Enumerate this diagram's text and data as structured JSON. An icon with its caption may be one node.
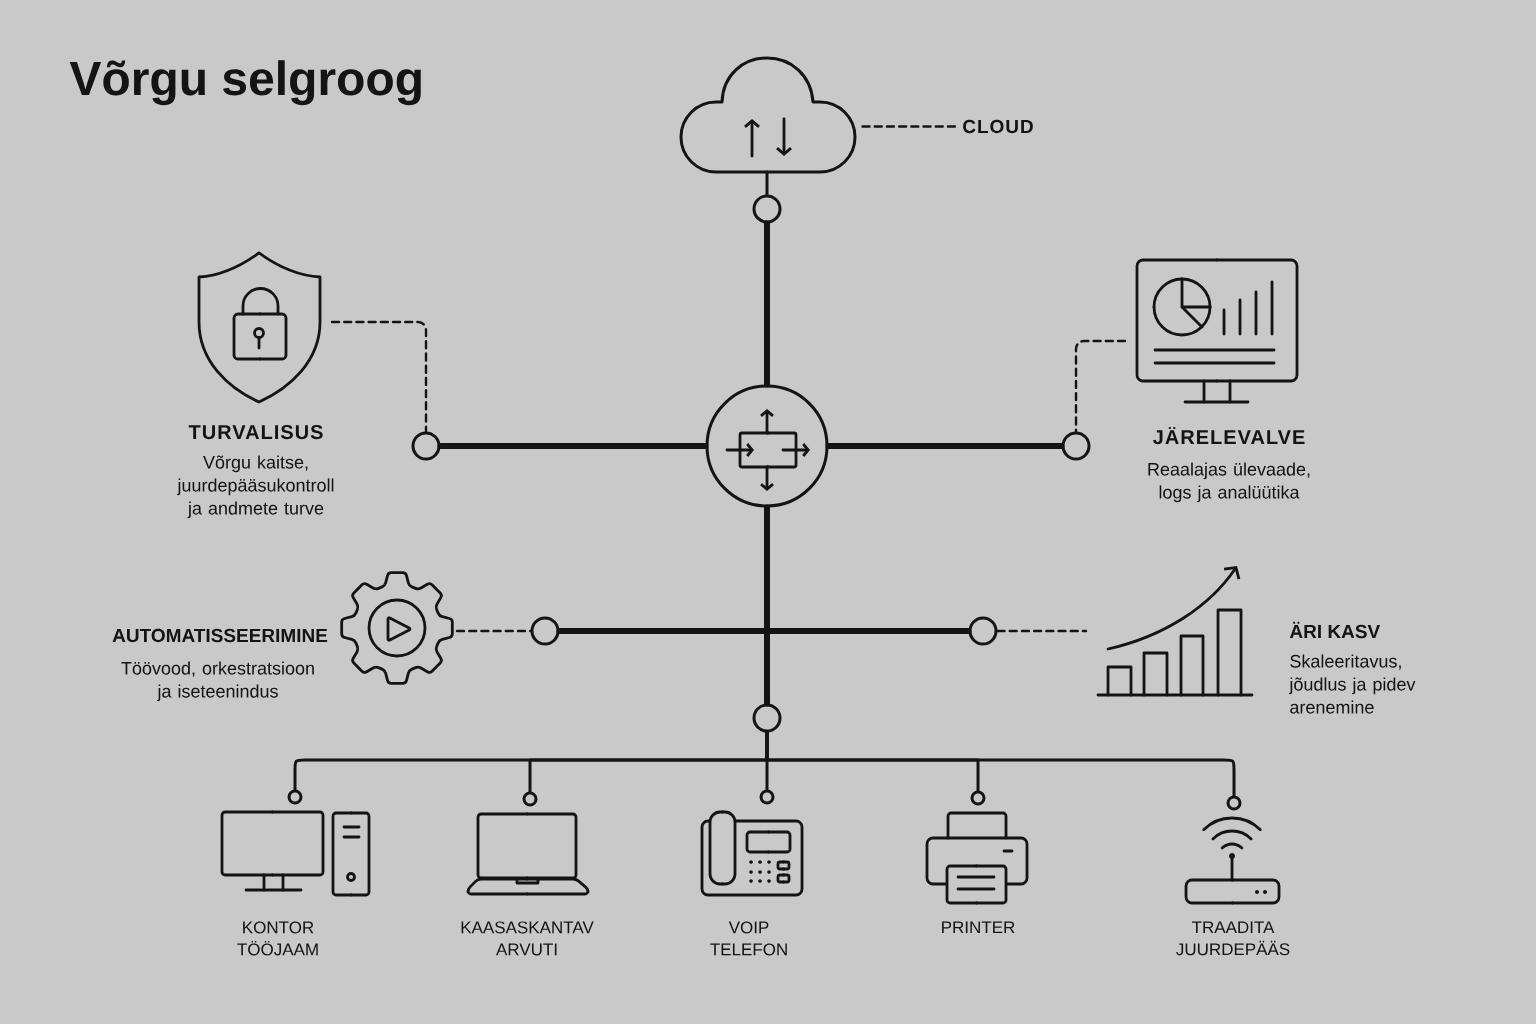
{
  "diagram": {
    "title": "Võrgu selgroog",
    "nodes": [
      {
        "text": [],
        "shape": "cloud"
      },
      {
        "text": [
          "CLOUD"
        ]
      },
      {
        "text": [],
        "shape": "circle"
      },
      {
        "text": [
          "TURVALISUS",
          "Võrgu kaitse, juurdepääsukontroll ja andmete turve"
        ]
      },
      {
        "text": [
          "JÄRELEVALVE",
          "Reaalajas ülevaade, logs ja analüütika"
        ]
      },
      {
        "text": [],
        "shape": "circle"
      },
      {
        "text": [],
        "shape": "circle"
      },
      {
        "text": [],
        "shape": "circle"
      },
      {
        "text": [
          "AUTOMATISSEERIMINE",
          "Töövood, orkestratsioon ja iseteenindus"
        ]
      },
      {
        "text": [],
        "shape": "circle"
      },
      {
        "text": [],
        "shape": "circle"
      },
      {
        "text": [
          "ÄRI KASV",
          "Skaleeritavus, jõudlus ja pidev arenemine"
        ]
      },
      {
        "text": [],
        "shape": "circle"
      },
      {
        "text": [
          "KONTOR TÖÖJAAM"
        ]
      },
      {
        "text": [
          "KAASASKANTAV ARVUTI"
        ]
      },
      {
        "text": [
          "VOIP TELEFON"
        ]
      },
      {
        "text": [
          "PRINTER"
        ]
      },
      {
        "text": [
          "TRAADITA JUURDEPÄÄS"
        ]
      }
    ],
    "edges": [
      {
        "from": 1,
        "to": 0,
        "arrow": "none",
        "style": "dashed"
      },
      {
        "from": 0,
        "to": 2,
        "arrow": "none"
      },
      {
        "from": 2,
        "to": 6,
        "arrow": "none",
        "style": "thick"
      },
      {
        "from": 3,
        "to": 5,
        "arrow": "none",
        "style": "dashed"
      },
      {
        "from": 5,
        "to": 6,
        "arrow": "none",
        "style": "thick"
      },
      {
        "from": 6,
        "to": 7,
        "arrow": "none",
        "style": "thick"
      },
      {
        "from": 4,
        "to": 7,
        "arrow": "none",
        "style": "dashed"
      },
      {
        "from": 6,
        "to": 12,
        "arrow": "none",
        "style": "thick"
      },
      {
        "from": 8,
        "to": 9,
        "arrow": "none",
        "style": "dashed"
      },
      {
        "from": 9,
        "to": 10,
        "arrow": "none",
        "style": "thick"
      },
      {
        "from": 10,
        "to": 11,
        "arrow": "none",
        "style": "dashed"
      },
      {
        "from": 12,
        "to": 13,
        "arrow": "none"
      },
      {
        "from": 12,
        "to": 14,
        "arrow": "none"
      },
      {
        "from": 12,
        "to": 15,
        "arrow": "none"
      },
      {
        "from": 12,
        "to": 16,
        "arrow": "none"
      },
      {
        "from": 12,
        "to": 17,
        "arrow": "none"
      }
    ]
  }
}
